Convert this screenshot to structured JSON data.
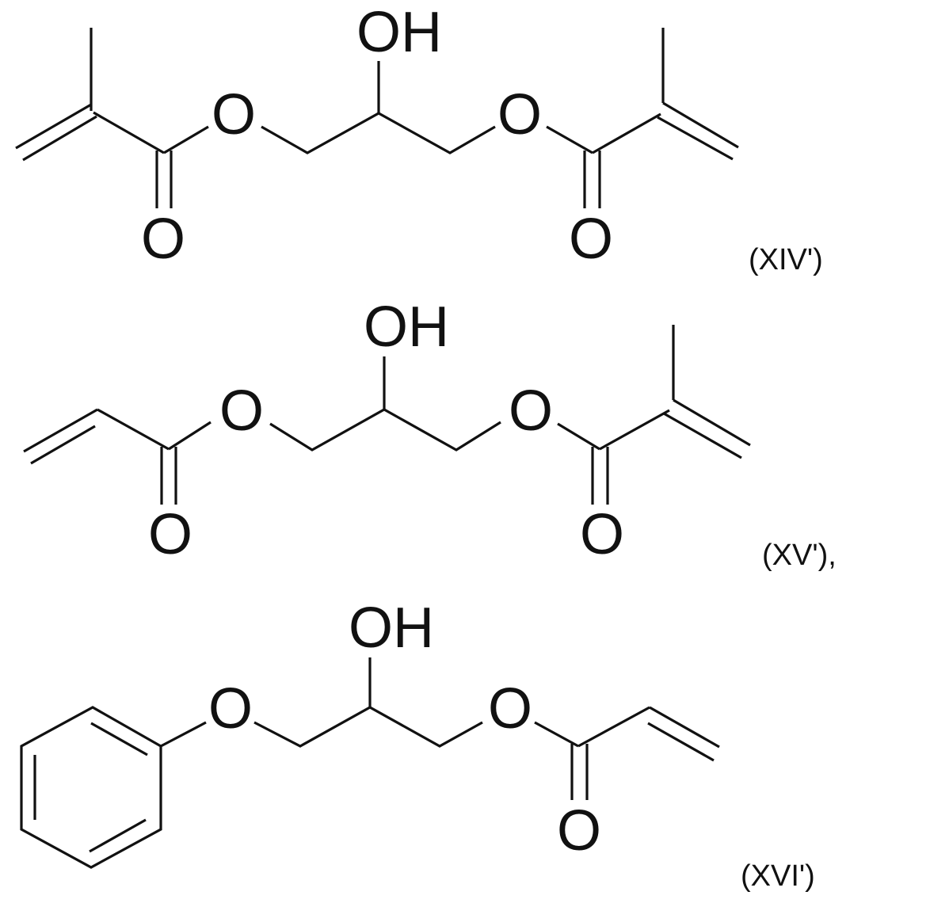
{
  "atoms": {
    "oxygen": "O",
    "hydroxyl": "OH"
  },
  "structures": [
    {
      "label": "(XIV')"
    },
    {
      "label": "(XV'),"
    },
    {
      "label": "(XVI')"
    }
  ],
  "colors": {
    "ink": "#111111",
    "background": "#ffffff"
  }
}
